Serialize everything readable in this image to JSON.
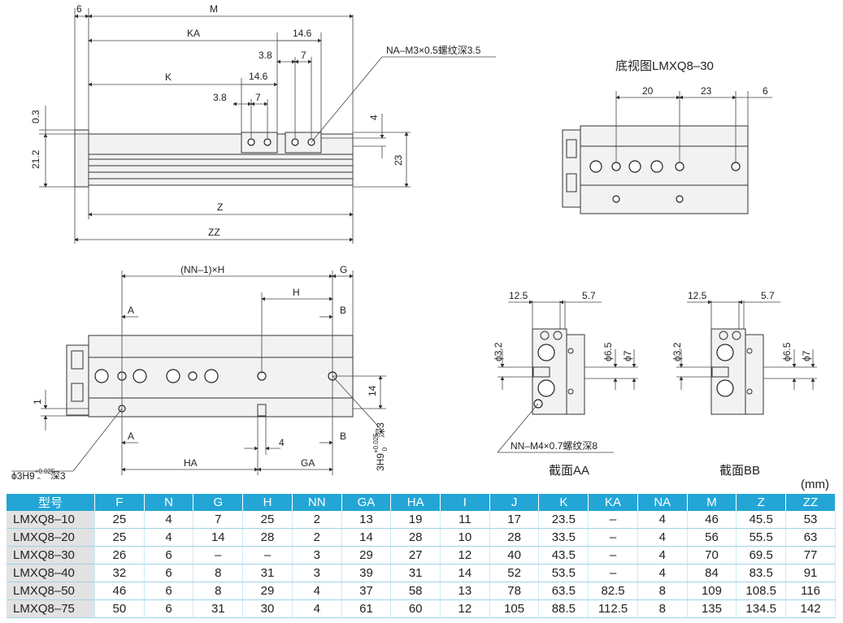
{
  "top_view": {
    "dims": {
      "d6": "6",
      "M": "M",
      "KA": "KA",
      "d14_6a": "14.6",
      "d3_8a": "3.8",
      "d7a": "7",
      "K": "K",
      "d14_6b": "14.6",
      "d3_8b": "3.8",
      "d7b": "7",
      "d0_3": "0.3",
      "d21_2": "21.2",
      "d4": "4",
      "d23": "23",
      "Z": "Z",
      "ZZ": "ZZ"
    },
    "callout": "NA–M3×0.5螺纹深3.5"
  },
  "bottom_view": {
    "title": "底视图LMXQ8–30",
    "dims": {
      "d20": "20",
      "d23": "23",
      "d6": "6"
    }
  },
  "side_view": {
    "dims": {
      "nnh": "(NN–1)×H",
      "G": "G",
      "H": "H",
      "A1": "A",
      "B1": "B",
      "d1": "1",
      "d14": "14",
      "A2": "A",
      "d4": "4",
      "B2": "B",
      "HA": "HA",
      "GA": "GA"
    },
    "callout_left": "ϕ3H9",
    "callout_left_sup": "+0.025",
    "callout_left_sub": "0",
    "callout_left_tail": "深3",
    "callout_right": "3H9",
    "callout_right_sup": "+0.025",
    "callout_right_sub": "0",
    "callout_right_tail": "深3"
  },
  "section_aa": {
    "title": "截面AA",
    "dims": {
      "d12_5": "12.5",
      "d5_7": "5.7",
      "d3_2": "ϕ3.2",
      "d6_5": "ϕ6.5",
      "d7": "ϕ7"
    },
    "callout": "NN–M4×0.7螺纹深8"
  },
  "section_bb": {
    "title": "截面BB",
    "dims": {
      "d12_5": "12.5",
      "d5_7": "5.7",
      "d3_2": "ϕ3.2",
      "d6_5": "ϕ6.5",
      "d7": "ϕ7"
    }
  },
  "table": {
    "unit": "(mm)",
    "headers": [
      "型号",
      "F",
      "N",
      "G",
      "H",
      "NN",
      "GA",
      "HA",
      "I",
      "J",
      "K",
      "KA",
      "NA",
      "M",
      "Z",
      "ZZ"
    ],
    "rows": [
      [
        "LMXQ8–10",
        "25",
        "4",
        "7",
        "25",
        "2",
        "13",
        "19",
        "11",
        "17",
        "23.5",
        "–",
        "4",
        "46",
        "45.5",
        "53"
      ],
      [
        "LMXQ8–20",
        "25",
        "4",
        "14",
        "28",
        "2",
        "14",
        "28",
        "10",
        "28",
        "33.5",
        "–",
        "4",
        "56",
        "55.5",
        "63"
      ],
      [
        "LMXQ8–30",
        "26",
        "6",
        "–",
        "–",
        "3",
        "29",
        "27",
        "12",
        "40",
        "43.5",
        "–",
        "4",
        "70",
        "69.5",
        "77"
      ],
      [
        "LMXQ8–40",
        "32",
        "6",
        "8",
        "31",
        "3",
        "39",
        "31",
        "14",
        "52",
        "53.5",
        "–",
        "4",
        "84",
        "83.5",
        "91"
      ],
      [
        "LMXQ8–50",
        "46",
        "6",
        "8",
        "29",
        "4",
        "37",
        "58",
        "13",
        "78",
        "63.5",
        "82.5",
        "8",
        "109",
        "108.5",
        "116"
      ],
      [
        "LMXQ8–75",
        "50",
        "6",
        "31",
        "30",
        "4",
        "61",
        "60",
        "12",
        "105",
        "88.5",
        "112.5",
        "8",
        "135",
        "134.5",
        "142"
      ]
    ]
  }
}
